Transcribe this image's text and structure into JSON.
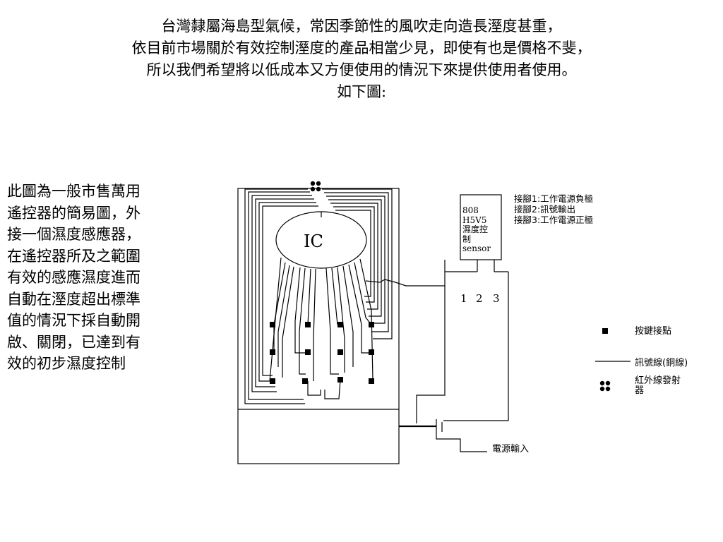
{
  "header": {
    "lines": [
      "台灣隸屬海島型氣候，常因季節性的風吹走向造長溼度甚重，",
      "依目前市場關於有效控制溼度的產品相當少見，即使有也是價格不斐，",
      "所以我們希望將以低成本又方便使用的情況下來提供使用者使用。",
      "如下圖:"
    ]
  },
  "description": {
    "lines": [
      "此圖為一般市售萬用",
      "遙控器的簡易圖，外",
      "接一個濕度感應器，",
      "在遙控器所及之範圍",
      "有效的感應濕度進而",
      "自動在溼度超出標準",
      "值的情況下採自動開",
      "啟、關閉，已達到有",
      "效的初步濕度控制"
    ]
  },
  "diagram": {
    "ic_label": "IC",
    "sensor": {
      "lines": [
        "808",
        "H5V5",
        "濕度控",
        "制",
        "sensor"
      ]
    },
    "pin_numbers": [
      "1",
      "2",
      "3"
    ],
    "pin_notes": [
      "接腳1:工作電源負極",
      "接腳2:訊號輸出",
      "接腳3:工作電源正極"
    ],
    "power_label": "電源輸入",
    "legend": {
      "key_point": "按鍵接點",
      "signal_line": "訊號線(銅線)",
      "infrared_emitter": [
        "紅外線發射",
        "器"
      ]
    }
  }
}
